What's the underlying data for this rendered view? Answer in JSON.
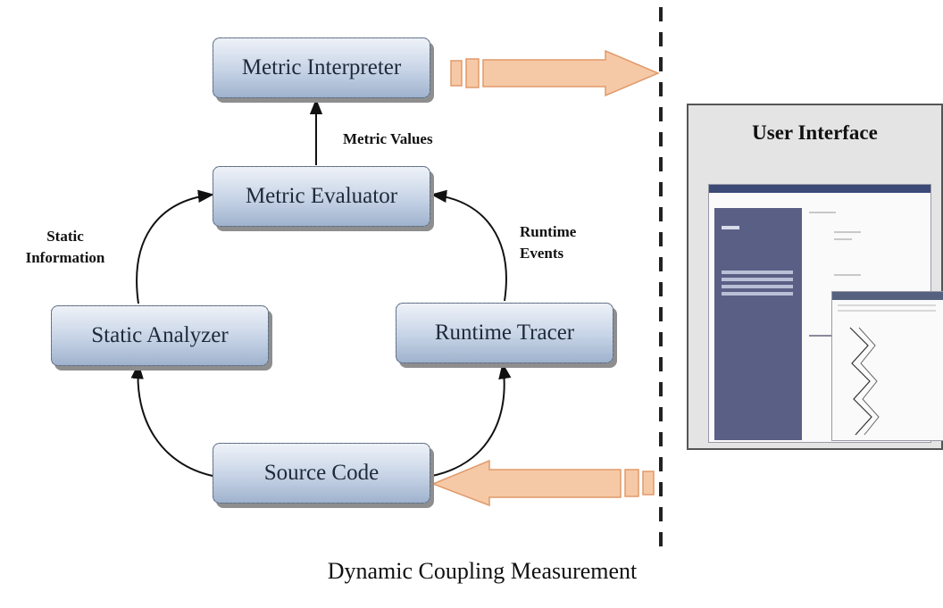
{
  "caption": "Dynamic Coupling Measurement",
  "nodes": {
    "metric_interpreter": "Metric Interpreter",
    "metric_evaluator": "Metric Evaluator",
    "static_analyzer": "Static Analyzer",
    "runtime_tracer": "Runtime Tracer",
    "source_code": "Source Code"
  },
  "edge_labels": {
    "metric_values": "Metric Values",
    "static_information_line1": "Static",
    "static_information_line2": "Information",
    "runtime_events_line1": "Runtime",
    "runtime_events_line2": "Events"
  },
  "user_interface": {
    "title": "User Interface"
  },
  "colors": {
    "box_top": "#eef2f8",
    "box_bottom": "#9fb2cd",
    "arrow_fill": "#f6c9a6",
    "arrow_stroke": "#e09a6a",
    "ui_sidebar": "#5a5f85"
  }
}
